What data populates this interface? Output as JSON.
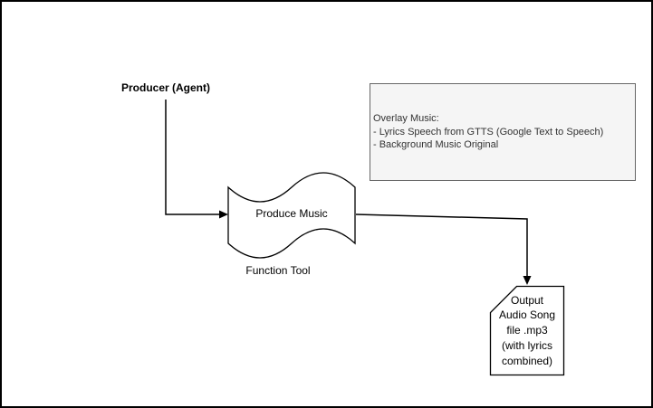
{
  "diagram": {
    "producer": {
      "label": "Producer (Agent)"
    },
    "tape_node": {
      "label": "Produce Music",
      "caption": "Function Tool"
    },
    "note": {
      "lines": [
        "Overlay Music:",
        "- Lyrics Speech from GTTS (Google Text to Speech)",
        "- Background Music Original"
      ]
    },
    "output_card": {
      "lines": [
        "Output",
        "Audio Song",
        "file .mp3",
        "(with lyrics",
        "combined)"
      ]
    },
    "colors": {
      "canvas_border": "#000000",
      "shape_fill": "#ffffff",
      "shape_stroke": "#000000",
      "note_fill": "#f5f5f5",
      "note_stroke": "#666666",
      "note_text": "#333333",
      "label_text": "#000000",
      "connector": "#000000"
    }
  }
}
